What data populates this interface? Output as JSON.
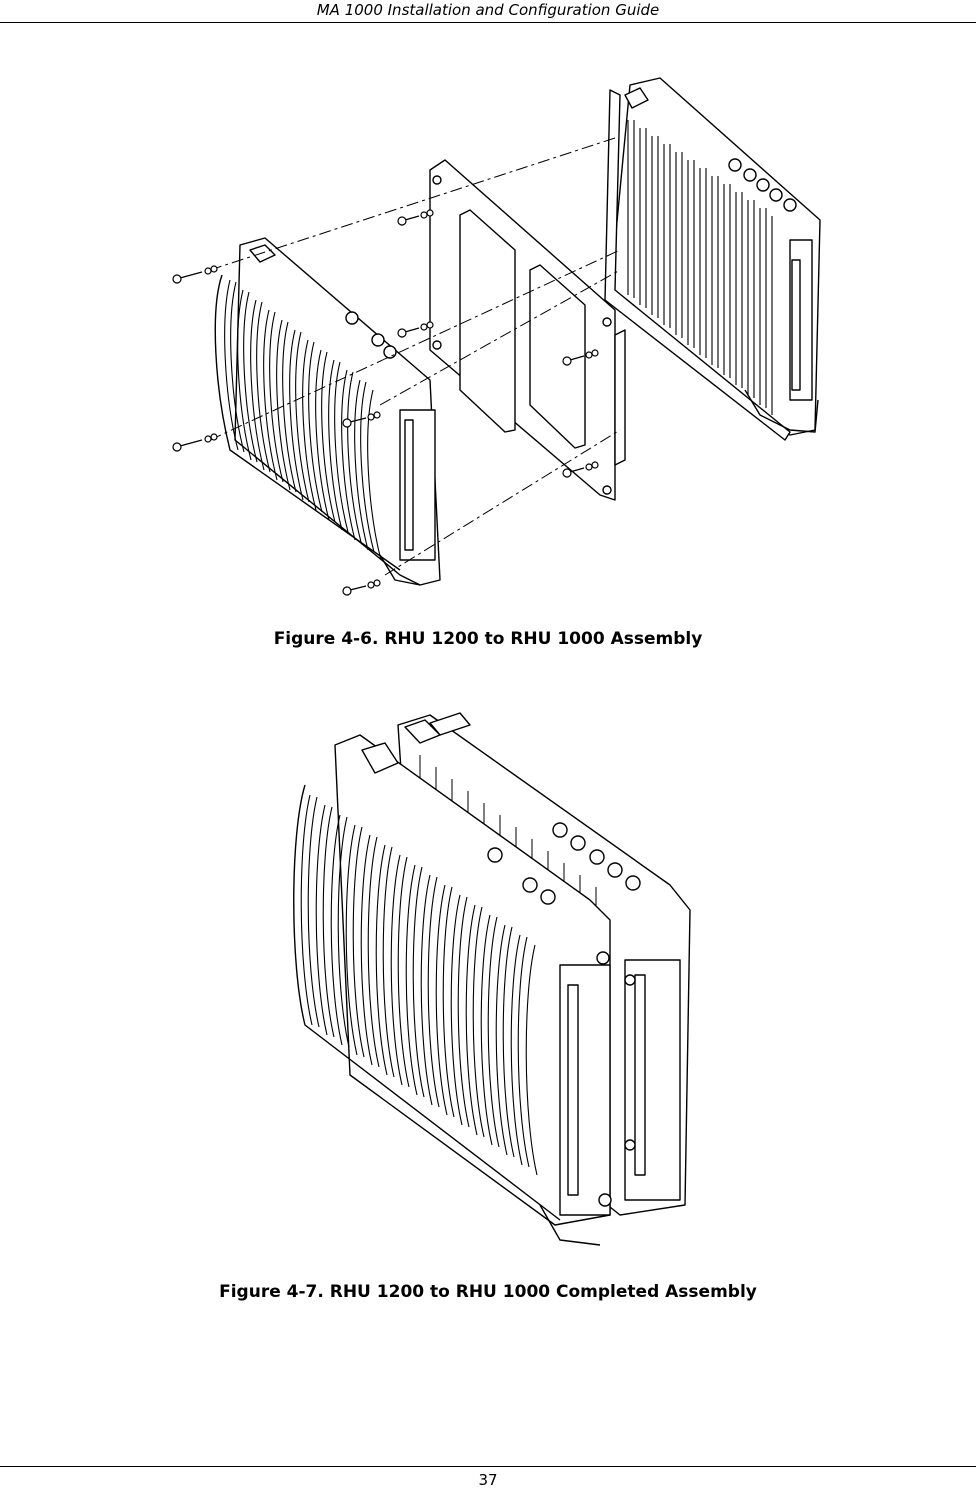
{
  "header": {
    "title": "MA 1000 Installation and Configuration Guide"
  },
  "figures": [
    {
      "caption": "Figure 4-6. RHU 1200 to RHU 1000 Assembly",
      "illustration": "exploded-assembly"
    },
    {
      "caption": "Figure 4-7. RHU 1200 to RHU 1000 Completed Assembly",
      "illustration": "completed-assembly"
    }
  ],
  "footer": {
    "page_number": "37"
  }
}
